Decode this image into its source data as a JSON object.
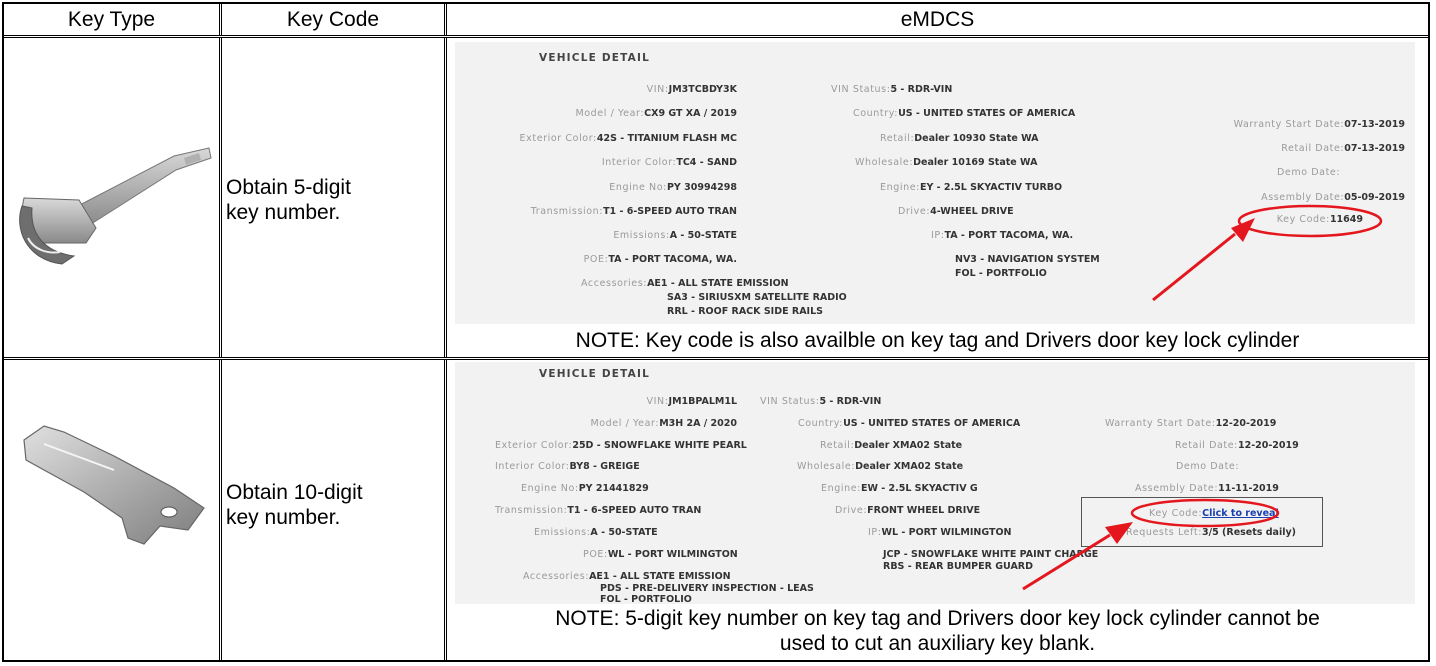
{
  "header": {
    "col_key_type": "Key Type",
    "col_key_code": "Key Code",
    "col_emdcs": "eMDCS"
  },
  "rows": [
    {
      "key_code_text_1": "Obtain 5-digit",
      "key_code_text_2": "key number.",
      "note_1": "NOTE: Key code is also availble on key tag and Drivers door key lock cylinder",
      "note_2": "",
      "detail": {
        "title": "VEHICLE DETAIL",
        "left": [
          {
            "label": "VIN:",
            "value": "JM3TCBDY3K"
          },
          {
            "label": "Model / Year:",
            "value": "CX9 GT XA / 2019"
          },
          {
            "label": "Exterior Color:",
            "value": "42S - TITANIUM FLASH MC"
          },
          {
            "label": "Interior Color:",
            "value": "TC4 - SAND"
          },
          {
            "label": "Engine No:",
            "value": "PY 30994298"
          },
          {
            "label": "Transmission:",
            "value": "T1 - 6-SPEED AUTO TRAN"
          },
          {
            "label": "Emissions:",
            "value": "A - 50-STATE"
          },
          {
            "label": "POE:",
            "value": "TA - PORT TACOMA, WA."
          },
          {
            "label": "Accessories:",
            "value": "AE1 - ALL STATE EMISSION"
          }
        ],
        "accessories_extra": [
          "SA3 - SIRIUSXM SATELLITE RADIO",
          "RRL - ROOF RACK SIDE RAILS"
        ],
        "middle": [
          {
            "label": "VIN Status:",
            "value": "5 - RDR-VIN"
          },
          {
            "label": "Country:",
            "value": "US - UNITED STATES OF AMERICA"
          },
          {
            "label": "Retail:",
            "value": "Dealer 10930 State WA"
          },
          {
            "label": "Wholesale:",
            "value": "Dealer 10169 State WA"
          },
          {
            "label": "Engine:",
            "value": "EY - 2.5L SKYACTIV TURBO"
          },
          {
            "label": "Drive:",
            "value": "4-WHEEL DRIVE"
          },
          {
            "label": "IP:",
            "value": "TA - PORT TACOMA, WA."
          }
        ],
        "middle_extra": [
          "NV3 - NAVIGATION SYSTEM",
          "FOL - PORTFOLIO"
        ],
        "right": [
          {
            "label": "Warranty Start Date:",
            "value": "07-13-2019"
          },
          {
            "label": "Retail Date:",
            "value": "07-13-2019"
          },
          {
            "label": "Demo Date:",
            "value": ""
          },
          {
            "label": "Assembly Date:",
            "value": "05-09-2019"
          },
          {
            "label": "Key Code:",
            "value": "11649"
          }
        ]
      }
    },
    {
      "key_code_text_1": "Obtain 10-digit",
      "key_code_text_2": "key number.",
      "note_1": "NOTE: 5-digit key number on key tag and Drivers door key lock cylinder cannot be",
      "note_2": "used to cut an auxiliary key blank.",
      "detail": {
        "title": "VEHICLE DETAIL",
        "left": [
          {
            "label": "VIN:",
            "value": "JM1BPALM1L"
          },
          {
            "label": "Model / Year:",
            "value": "M3H 2A / 2020"
          },
          {
            "label": "Exterior Color:",
            "value": "25D - SNOWFLAKE WHITE PEARL"
          },
          {
            "label": "Interior Color:",
            "value": "BY8 - GREIGE"
          },
          {
            "label": "Engine No:",
            "value": "PY 21441829"
          },
          {
            "label": "Transmission:",
            "value": "T1 - 6-SPEED AUTO TRAN"
          },
          {
            "label": "Emissions:",
            "value": "A - 50-STATE"
          },
          {
            "label": "POE:",
            "value": "WL - PORT WILMINGTON"
          },
          {
            "label": "Accessories:",
            "value": "AE1 - ALL STATE EMISSION"
          }
        ],
        "accessories_extra": [
          "PDS - PRE-DELIVERY INSPECTION - LEAS",
          "FOL - PORTFOLIO"
        ],
        "middle": [
          {
            "label": "VIN Status:",
            "value": "5 - RDR-VIN"
          },
          {
            "label": "Country:",
            "value": "US - UNITED STATES OF AMERICA"
          },
          {
            "label": "Retail:",
            "value": "Dealer XMA02 State"
          },
          {
            "label": "Wholesale:",
            "value": "Dealer XMA02 State"
          },
          {
            "label": "Engine:",
            "value": "EW - 2.5L SKYACTIV G"
          },
          {
            "label": "Drive:",
            "value": "FRONT WHEEL DRIVE"
          },
          {
            "label": "IP:",
            "value": "WL - PORT WILMINGTON"
          }
        ],
        "middle_extra": [
          "JCP - SNOWFLAKE WHITE PAINT CHARGE",
          "RBS - REAR BUMPER GUARD"
        ],
        "right": [
          {
            "label": "Warranty Start Date:",
            "value": "12-20-2019"
          },
          {
            "label": "Retail Date:",
            "value": "12-20-2019"
          },
          {
            "label": "Demo Date:",
            "value": ""
          },
          {
            "label": "Assembly Date:",
            "value": "11-11-2019"
          },
          {
            "label": "Key Code:",
            "value": "Click to reveal"
          },
          {
            "label": "Requests Left:",
            "value": "3/5 (Resets daily)"
          }
        ]
      }
    }
  ],
  "colors": {
    "highlight": "#e3171d",
    "border": "#000000"
  }
}
